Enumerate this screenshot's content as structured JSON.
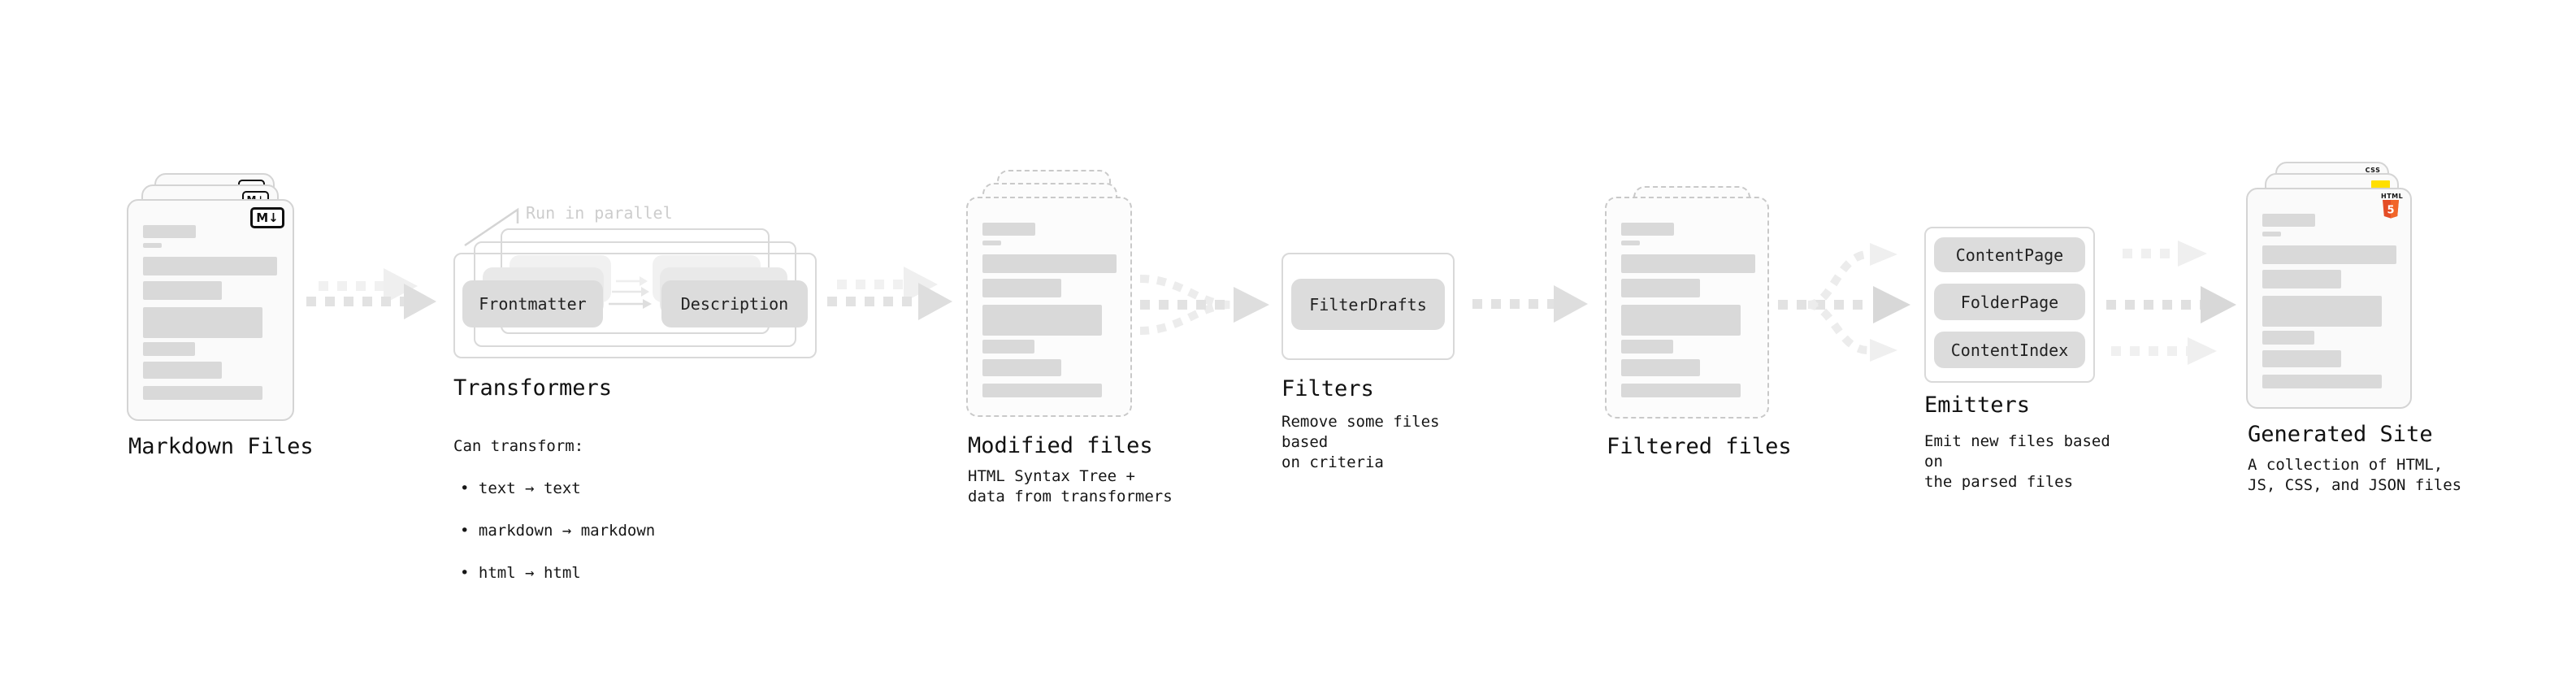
{
  "markdown_files": {
    "label": "Markdown Files",
    "badge": "M↓"
  },
  "transformers": {
    "label": "Transformers",
    "annotation": "Run in parallel",
    "pills": [
      "Frontmatter",
      "Description"
    ],
    "desc_heading": "Can transform:",
    "bullets": [
      "• text → text",
      "• markdown → markdown",
      "• html → html"
    ]
  },
  "modified_files": {
    "label": "Modified files",
    "description": "HTML Syntax Tree +\ndata from transformers"
  },
  "filters": {
    "label": "Filters",
    "pill": "FilterDrafts",
    "description": "Remove some files based\non criteria"
  },
  "filtered_files": {
    "label": "Filtered files"
  },
  "emitters": {
    "label": "Emitters",
    "pills": [
      "ContentPage",
      "FolderPage",
      "ContentIndex"
    ],
    "description": "Emit new files based on\nthe parsed files"
  },
  "generated_site": {
    "label": "Generated Site",
    "description": "A collection of HTML,\nJS, CSS, and JSON files",
    "badge_html": "HTML",
    "badge_html_number": "5",
    "badge_css": "CSS"
  },
  "colors": {
    "js_yellow": "#ffdf00",
    "css_blue": "#2965f1",
    "html_orange": "#e44d26",
    "arrow_gray": "#dedede",
    "border_gray": "#d4d4d4"
  }
}
